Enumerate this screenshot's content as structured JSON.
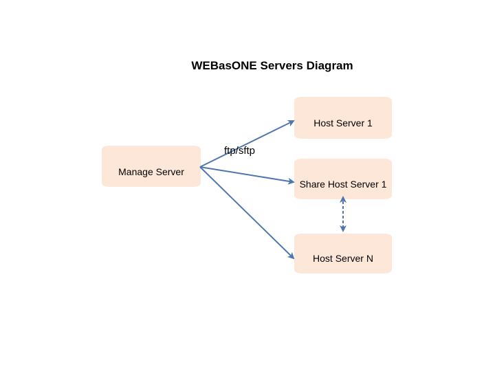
{
  "diagram": {
    "title": "WEBasONE Servers Diagram",
    "colors": {
      "node_fill": "#fde7d9",
      "node_edge": "#f3d3c0",
      "arrow": "#4f76ad"
    },
    "nodes": {
      "manage": {
        "label": "Manage Server"
      },
      "host1": {
        "label": "Host Server 1"
      },
      "share1": {
        "label": "Share Host Server 1"
      },
      "hostN": {
        "label": "Host Server N"
      }
    },
    "edges": {
      "protocol_label": "ftp/sftp"
    }
  }
}
